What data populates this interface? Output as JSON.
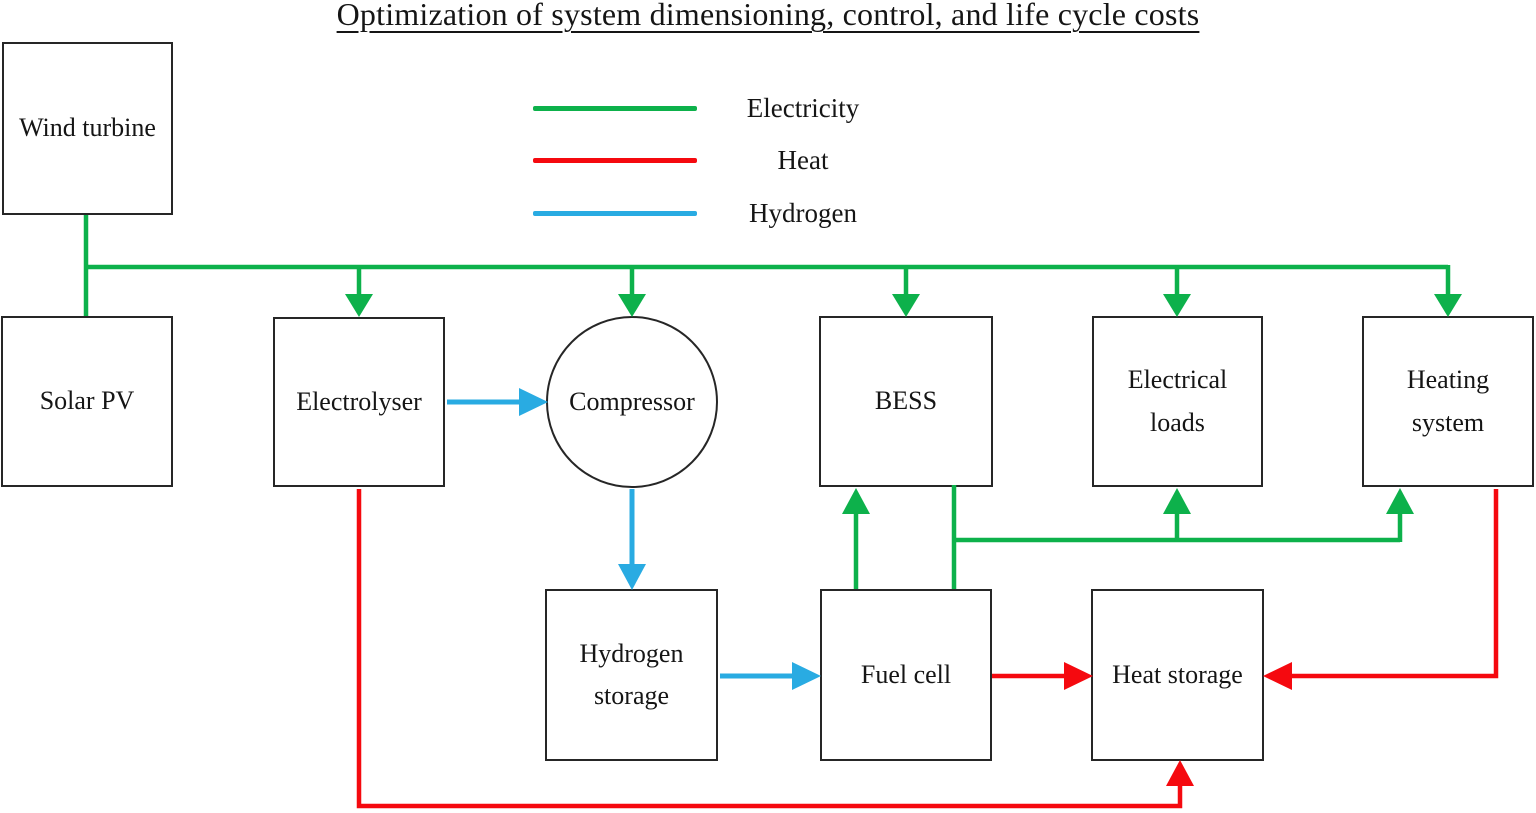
{
  "title": "Optimization of system dimensioning, control, and life cycle costs",
  "legend": {
    "items": [
      {
        "label": "Electricity",
        "color": "#0db14b"
      },
      {
        "label": "Heat",
        "color": "#f5090f"
      },
      {
        "label": "Hydrogen",
        "color": "#29abe2"
      }
    ]
  },
  "nodes": {
    "wind_turbine": {
      "label": "Wind turbine"
    },
    "solar_pv": {
      "label": "Solar PV"
    },
    "electrolyser": {
      "label": "Electrolyser"
    },
    "compressor": {
      "label": "Compressor"
    },
    "bess": {
      "label": "BESS"
    },
    "electrical_loads": {
      "label": "Electrical\nloads"
    },
    "heating_system": {
      "label": "Heating\nsystem"
    },
    "hydrogen_storage": {
      "label": "Hydrogen\nstorage"
    },
    "fuel_cell": {
      "label": "Fuel cell"
    },
    "heat_storage": {
      "label": "Heat storage"
    }
  },
  "edges": [
    {
      "from": "Wind turbine",
      "to": "Electricity bus",
      "carrier": "Electricity"
    },
    {
      "from": "Solar PV",
      "to": "Electricity bus",
      "carrier": "Electricity"
    },
    {
      "from": "Electricity bus",
      "to": "Electrolyser",
      "carrier": "Electricity"
    },
    {
      "from": "Electricity bus",
      "to": "Compressor",
      "carrier": "Electricity"
    },
    {
      "from": "Electricity bus",
      "to": "BESS",
      "carrier": "Electricity"
    },
    {
      "from": "Electricity bus",
      "to": "Electrical loads",
      "carrier": "Electricity"
    },
    {
      "from": "Electricity bus",
      "to": "Heating system",
      "carrier": "Electricity"
    },
    {
      "from": "Electrolyser",
      "to": "Compressor",
      "carrier": "Hydrogen"
    },
    {
      "from": "Compressor",
      "to": "Hydrogen storage",
      "carrier": "Hydrogen"
    },
    {
      "from": "Hydrogen storage",
      "to": "Fuel cell",
      "carrier": "Hydrogen"
    },
    {
      "from": "Fuel cell",
      "to": "BESS",
      "carrier": "Electricity"
    },
    {
      "from": "Fuel cell",
      "to": "Electrical loads",
      "carrier": "Electricity"
    },
    {
      "from": "Fuel cell",
      "to": "Heating system",
      "carrier": "Electricity"
    },
    {
      "from": "Electrolyser",
      "to": "Heat storage",
      "carrier": "Heat"
    },
    {
      "from": "Fuel cell",
      "to": "Heat storage",
      "carrier": "Heat"
    },
    {
      "from": "Heating system",
      "to": "Heat storage",
      "carrier": "Heat"
    }
  ]
}
